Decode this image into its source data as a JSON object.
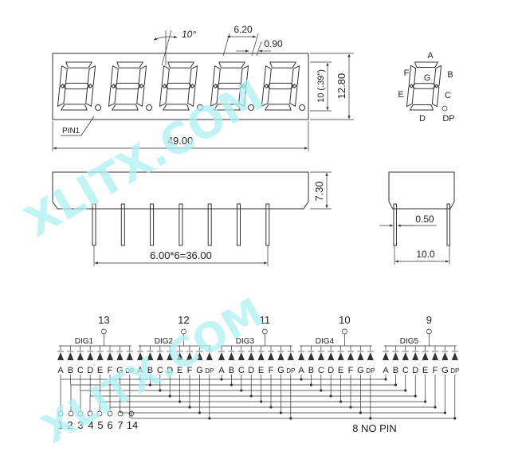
{
  "watermark": "XLITX.COM",
  "colors": {
    "line": "#333333",
    "watermark": "#aef0f2"
  },
  "front": {
    "width_label": "49.00",
    "height_label": "12.80",
    "digit_height_label": "10 (.39\")",
    "digit_width_label": "6.20",
    "dp_label": "0.90",
    "slant_label": "10°",
    "pin1_label": "PIN1",
    "digit_count": 5
  },
  "segment_letters": {
    "a": "A",
    "b": "B",
    "c": "C",
    "d": "D",
    "e": "E",
    "f": "F",
    "g": "G",
    "dp": "DP"
  },
  "side": {
    "body_height_label": "7.30",
    "pitch_label": "6.00*6=36.00",
    "pin_count": 7
  },
  "end_view": {
    "pin_width_label": "0.50",
    "width_label": "10.0"
  },
  "schematic": {
    "digits": [
      {
        "label": "DIG1",
        "pin": "13"
      },
      {
        "label": "DIG2",
        "pin": "12"
      },
      {
        "label": "DIG3",
        "pin": "11"
      },
      {
        "label": "DIG4",
        "pin": "10"
      },
      {
        "label": "DIG5",
        "pin": "9"
      }
    ],
    "segment_labels": [
      "A",
      "B",
      "C",
      "D",
      "E",
      "F",
      "G",
      "DP"
    ],
    "bottom_pins": [
      "1",
      "2",
      "3",
      "4",
      "5",
      "6",
      "7",
      "14"
    ],
    "note": "8 NO PIN"
  }
}
